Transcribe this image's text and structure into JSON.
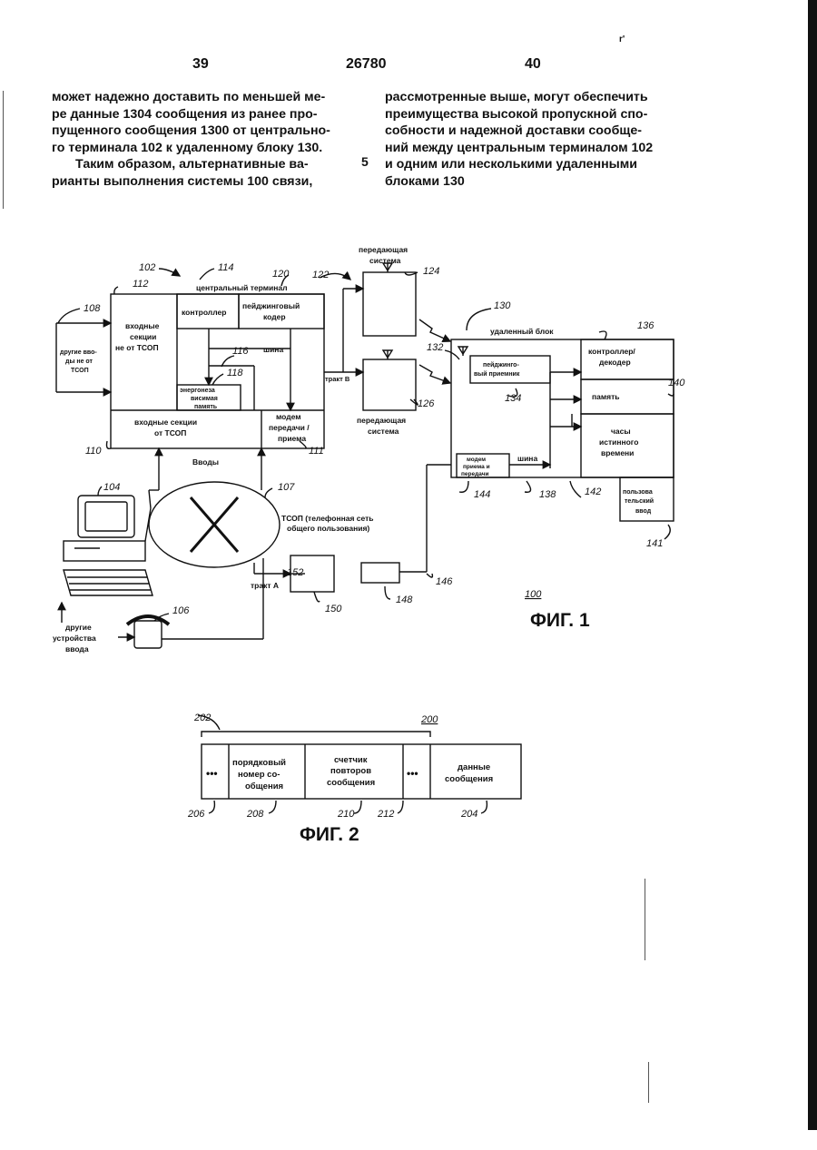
{
  "header": {
    "left_page": "39",
    "patent_no": "26780",
    "right_page": "40",
    "corner_mark": "r'"
  },
  "text": {
    "left_col": [
      "может надежно доставить по меньшей ме-",
      "ре данные 1304 сообщения из ранее про-",
      "пущенного сообщения 1300 от центрально-",
      "го терминала 102 к удаленному блоку 130.",
      "Таким образом, альтернативные ва-",
      "рианты выполнения системы 100 связи,"
    ],
    "right_col": [
      "рассмотренные выше, могут обеспечить",
      "преимущества высокой пропускной спо-",
      "собности и надежной доставки сообще-",
      "ний между центральным терминалом 102",
      "и одним или несколькими удаленными",
      "блоками 130"
    ],
    "line_number": "5"
  },
  "fig1": {
    "caption": "ФИГ. 1",
    "ref": "100",
    "labels": {
      "transmit_top": [
        "передающая",
        "система"
      ],
      "central_terminal": "центральный терминал",
      "inputs_non_pstn": [
        "входные",
        "секции",
        "не от ТСОП"
      ],
      "other_inputs": [
        "другие вво-",
        "ды не от",
        "ТСОП"
      ],
      "controller": "контроллер",
      "paging_coder": [
        "пейджинговый",
        "кодер"
      ],
      "bus_central": "шина",
      "memory_central": [
        "энергонеза",
        "висимая",
        "память"
      ],
      "modem_central": [
        "модем",
        "передачи /",
        "приема"
      ],
      "inputs_pstn": [
        "входные секции",
        "от ТСОП"
      ],
      "path_b": "тракт B",
      "transmit_bottom": [
        "передающая",
        "система"
      ],
      "remote_unit": "удаленный блок",
      "paging_receiver": [
        "пейджинго-",
        "вый приемник"
      ],
      "controller_decoder": [
        "контроллер/",
        "декодер"
      ],
      "memory_remote": "память",
      "clock": [
        "часы",
        "истинного",
        "времени"
      ],
      "modem_remote": [
        "модем",
        "приема и",
        "передачи"
      ],
      "bus_remote": "шина",
      "user_input": [
        "пользова",
        "тельский",
        "ввод"
      ],
      "inputs": "Вводы",
      "pstn": [
        "ТСОП (телефонная сеть",
        "общего пользования)"
      ],
      "path_a": "тракт A",
      "other_devices": [
        "другие",
        "устройства",
        "ввода"
      ]
    },
    "refs": {
      "r102": "102",
      "r114": "114",
      "r120": "120",
      "r122": "122",
      "r124": "124",
      "r112": "112",
      "r108": "108",
      "r116": "116",
      "r118": "118",
      "r110": "110",
      "r111": "111",
      "r126": "126",
      "r130": "130",
      "r132": "132",
      "r134": "134",
      "r136": "136",
      "r140": "140",
      "r144": "144",
      "r138": "138",
      "r142": "142",
      "r141": "141",
      "r104": "104",
      "r107": "107",
      "r152": "152",
      "r150": "150",
      "r148": "148",
      "r146": "146",
      "r106": "106"
    }
  },
  "fig2": {
    "caption": "ФИГ. 2",
    "ref": "200",
    "dots": "•••",
    "seq": [
      "порядковый",
      "номер со-",
      "общения"
    ],
    "retry": [
      "счетчик",
      "повторов",
      "сообщения"
    ],
    "data": [
      "данные",
      "сообщения"
    ],
    "refs": {
      "r202": "202",
      "r206": "206",
      "r208": "208",
      "r210": "210",
      "r212": "212",
      "r204": "204"
    }
  }
}
